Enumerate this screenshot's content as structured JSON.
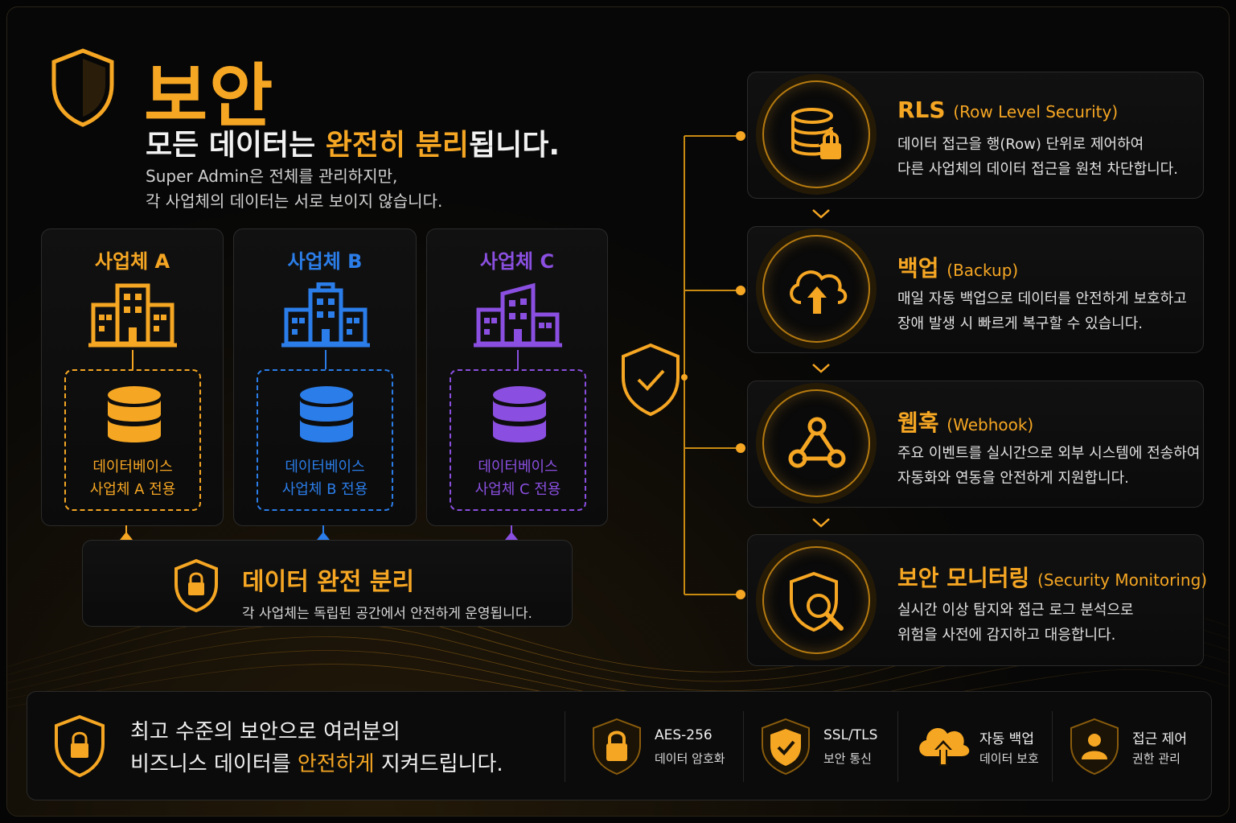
{
  "header": {
    "title": "보안",
    "subtitle_pre": "모든 데이터는 ",
    "subtitle_hl1": "완전히",
    "subtitle_mid": " ",
    "subtitle_hl2": "분리",
    "subtitle_post": "됩니다.",
    "desc_line1": "Super Admin은 전체를 관리하지만,",
    "desc_line2": "각 사업체의 데이터는 서로 보이지 않습니다."
  },
  "businesses": [
    {
      "name": "사업체 A",
      "db_line1": "데이터베이스",
      "db_line2": "사업체 A 전용",
      "color": "#f5a623"
    },
    {
      "name": "사업체 B",
      "db_line1": "데이터베이스",
      "db_line2": "사업체 B 전용",
      "color": "#2b7de9"
    },
    {
      "name": "사업체 C",
      "db_line1": "데이터베이스",
      "db_line2": "사업체 C 전용",
      "color": "#8a4fe0"
    }
  ],
  "separation": {
    "title": "데이터 완전 분리",
    "desc": "각 사업체는 독립된 공간에서 안전하게 운영됩니다."
  },
  "features": [
    {
      "title": "RLS",
      "title_en": "(Row Level Security)",
      "line1": "데이터 접근을 행(Row) 단위로 제어하여",
      "line2": "다른 사업체의 데이터 접근을 원천 차단합니다.",
      "icon": "database-lock-icon"
    },
    {
      "title": "백업",
      "title_en": "(Backup)",
      "line1": "매일 자동 백업으로 데이터를 안전하게 보호하고",
      "line2": "장애 발생 시 빠르게 복구할 수 있습니다.",
      "icon": "cloud-upload-icon"
    },
    {
      "title": "웹훅",
      "title_en": "(Webhook)",
      "line1": "주요 이벤트를 실시간으로 외부 시스템에 전송하여",
      "line2": "자동화와 연동을 안전하게 지원합니다.",
      "icon": "webhook-icon"
    },
    {
      "title": "보안 모니터링",
      "title_en": "(Security Monitoring)",
      "line1": "실시간 이상 탐지와 접근 로그 분석으로",
      "line2": "위험을 사전에 감지하고 대응합니다.",
      "icon": "shield-search-icon"
    }
  ],
  "bottom": {
    "line1": "최고 수준의 보안으로 여러분의",
    "line2_pre": "비즈니스 데이터를 ",
    "line2_hl": "안전하게",
    "line2_post": " 지켜드립니다.",
    "badges": [
      {
        "t1": "AES-256",
        "t2": "데이터 암호화",
        "icon": "lock-icon"
      },
      {
        "t1": "SSL/TLS",
        "t2": "보안 통신",
        "icon": "shield-check-icon"
      },
      {
        "t1": "자동 백업",
        "t2": "데이터 보호",
        "icon": "cloud-upload-icon"
      },
      {
        "t1": "접근 제어",
        "t2": "권한 관리",
        "icon": "user-shield-icon"
      }
    ]
  },
  "colors": {
    "accent": "#f5a623",
    "blue": "#2b7de9",
    "purple": "#8a4fe0"
  }
}
